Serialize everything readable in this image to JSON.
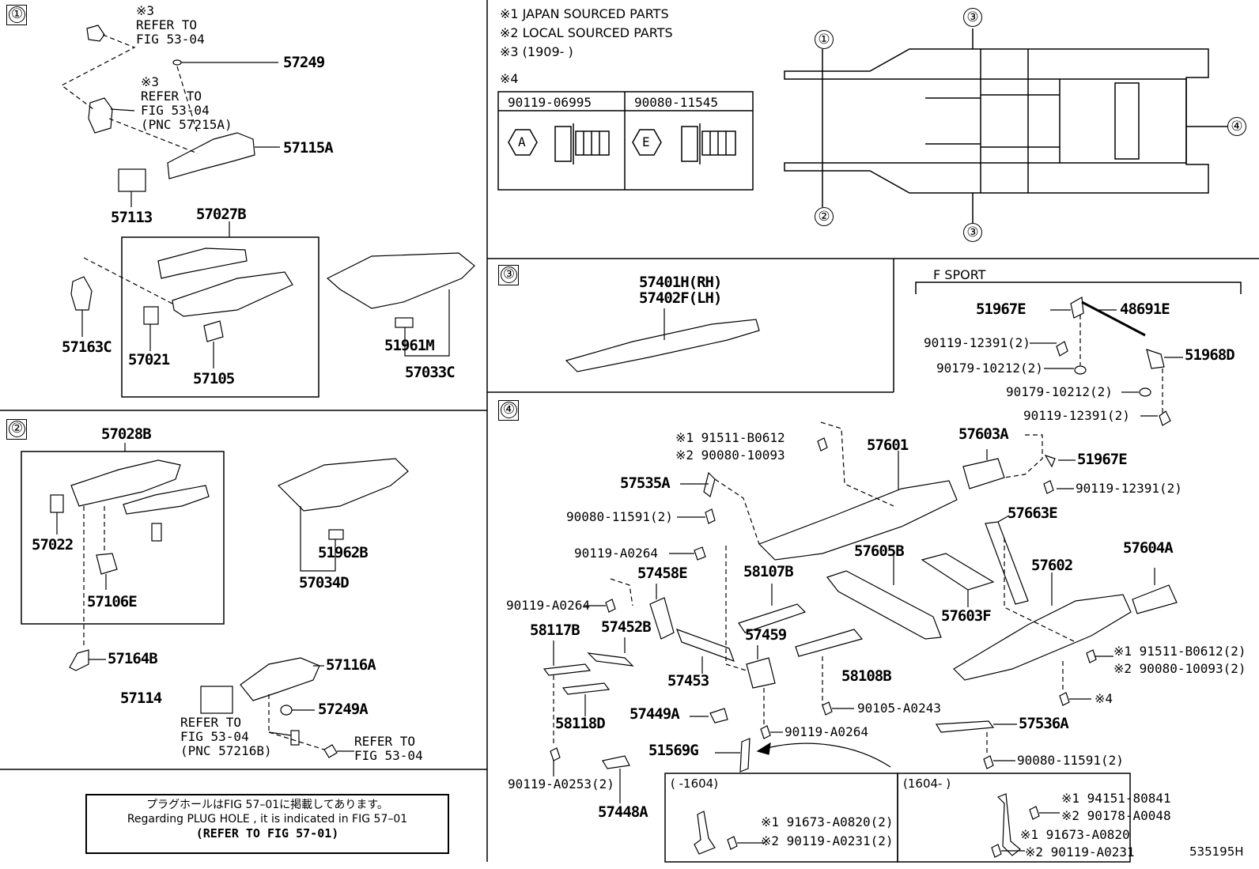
{
  "sections": {
    "s1": "①",
    "s2": "②",
    "s3": "③",
    "s4": "④"
  },
  "notes": {
    "n1": "※1 JAPAN SOURCED PARTS",
    "n2": "※2 LOCAL SOURCED PARTS",
    "n3": "※3 (1909-      )",
    "n4": "※4"
  },
  "bolt_table": {
    "col1": "90119-06995",
    "col2": "90080-11545",
    "mark1": "A",
    "mark2": "E"
  },
  "overview": {
    "c1": "①",
    "c2": "②",
    "c3a": "③",
    "c3b": "③",
    "c4": "④"
  },
  "fsport": "F SPORT",
  "parts": {
    "p57249": "57249",
    "p57115A": "57115A",
    "p57113": "57113",
    "p57027B": "57027B",
    "p57163C": "57163C",
    "p57021": "57021",
    "p57105": "57105",
    "p51961M": "51961M",
    "p57033C": "57033C",
    "p57028B": "57028B",
    "p57022": "57022",
    "p57106E": "57106E",
    "p51962B": "51962B",
    "p57034D": "57034D",
    "p57164B": "57164B",
    "p57116A": "57116A",
    "p57114": "57114",
    "p57249A": "57249A",
    "p57401H": "57401H(RH)",
    "p57402F": "57402F(LH)",
    "p51967E_a": "51967E",
    "p48691E": "48691E",
    "p90119_12391_a": "90119-12391(2)",
    "p90179_10212_a": "90179-10212(2)",
    "p51968D": "51968D",
    "p90179_10212_b": "90179-10212(2)",
    "p90119_12391_b": "90119-12391(2)",
    "p91511_a": "※1 91511-B0612",
    "p90080_10093_a": "※2 90080-10093",
    "p57601": "57601",
    "p57603A": "57603A",
    "p51967E_b": "51967E",
    "p57535A": "57535A",
    "p90119_12391_c": "90119-12391(2)",
    "p90080_11591_a": "90080-11591(2)",
    "p57663E": "57663E",
    "p90119_A0264_a": "90119-A0264",
    "p57605B": "57605B",
    "p58107B": "58107B",
    "p57458E": "57458E",
    "p57602": "57602",
    "p57604A": "57604A",
    "p90119_A0264_b": "90119-A0264",
    "p57603F": "57603F",
    "p58117B": "58117B",
    "p57452B": "57452B",
    "p57459": "57459",
    "p91511_b": "※1 91511-B0612(2)",
    "p90080_10093_b": "※2 90080-10093(2)",
    "p57453": "57453",
    "p58108B": "58108B",
    "p_x4": "※4",
    "p90105": "90105-A0243",
    "p57449A": "57449A",
    "p58118D": "58118D",
    "p90119_A0264_c": "90119-A0264",
    "p57536A": "57536A",
    "p51569G": "51569G",
    "p90080_11591_b": "90080-11591(2)",
    "p90119_A0253": "90119-A0253(2)",
    "p57448A": "57448A",
    "p91673_a": "※1 91673-A0820(2)",
    "p90119_A0231_a": "※2 90119-A0231(2)",
    "p94151": "※1 94151-80841",
    "p90178": "※2 90178-A0048",
    "p91673_b": "※1 91673-A0820",
    "p90119_A0231_b": "※2 90119-A0231"
  },
  "refs": {
    "r1_mark": "※3",
    "r1_a": "REFER TO",
    "r1_b": "FIG 53-04",
    "r2_mark": "※3",
    "r2_a": "REFER TO",
    "r2_b": "FIG 53-04",
    "r2_c": "(PNC 57215A)",
    "r3_a": "REFER TO",
    "r3_b": "FIG 53-04",
    "r3_c": "(PNC 57216B)",
    "r4_a": "REFER TO",
    "r4_b": "FIG 53-04"
  },
  "ranges": {
    "left": "(    -1604)",
    "right": "(1604-    )"
  },
  "info_box": {
    "jp": "プラグホールはFIG 57–01に掲載してあります。",
    "en": "Regarding  PLUG  HOLE , it is indicated in FIG  57–01",
    "ref": "(REFER  TO  FIG 57-01)"
  },
  "figure_code": "535195H"
}
